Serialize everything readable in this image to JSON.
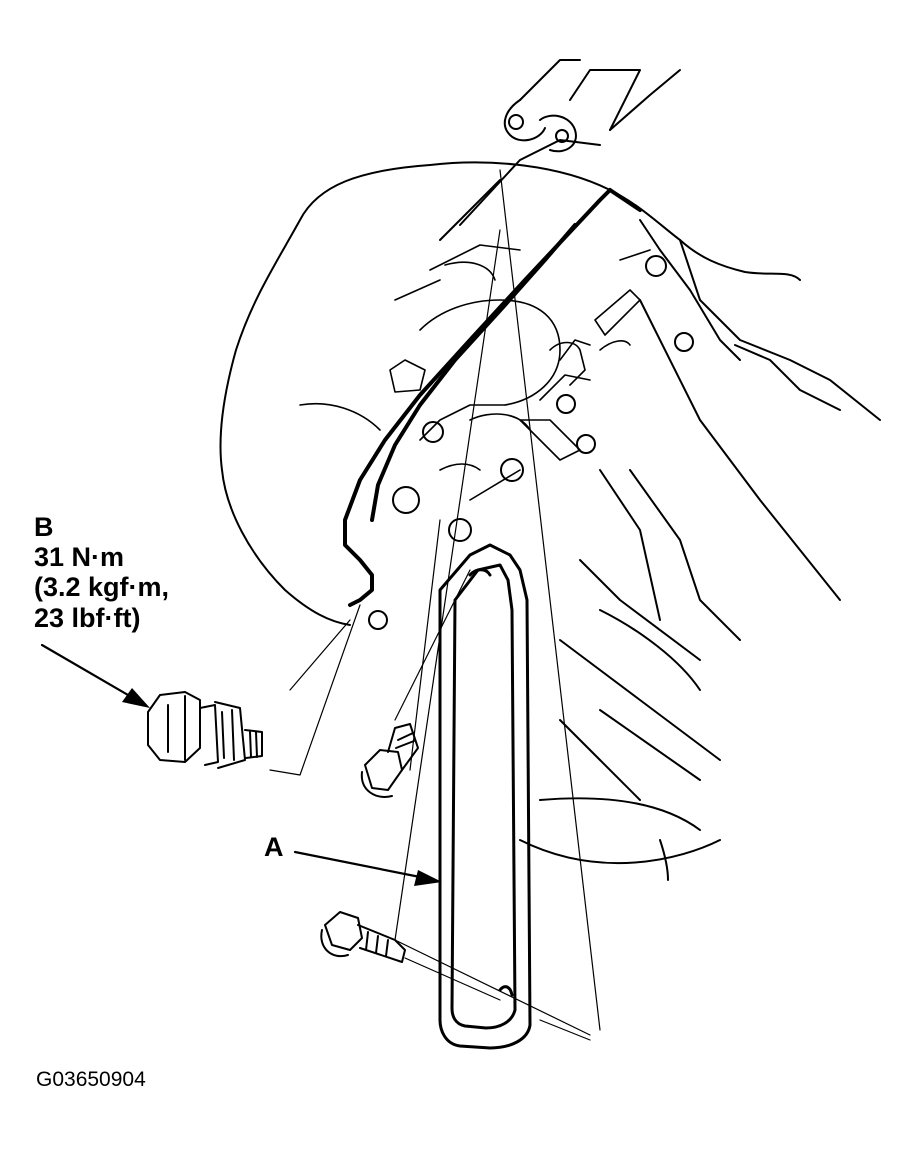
{
  "callout_b": {
    "letter": "B",
    "torque_nm": "31 N·m",
    "torque_kgf": "(3.2 kgf·m,",
    "torque_lbf": "23 lbf·ft)"
  },
  "callout_a": {
    "letter": "A"
  },
  "figure_id": "G03650904"
}
